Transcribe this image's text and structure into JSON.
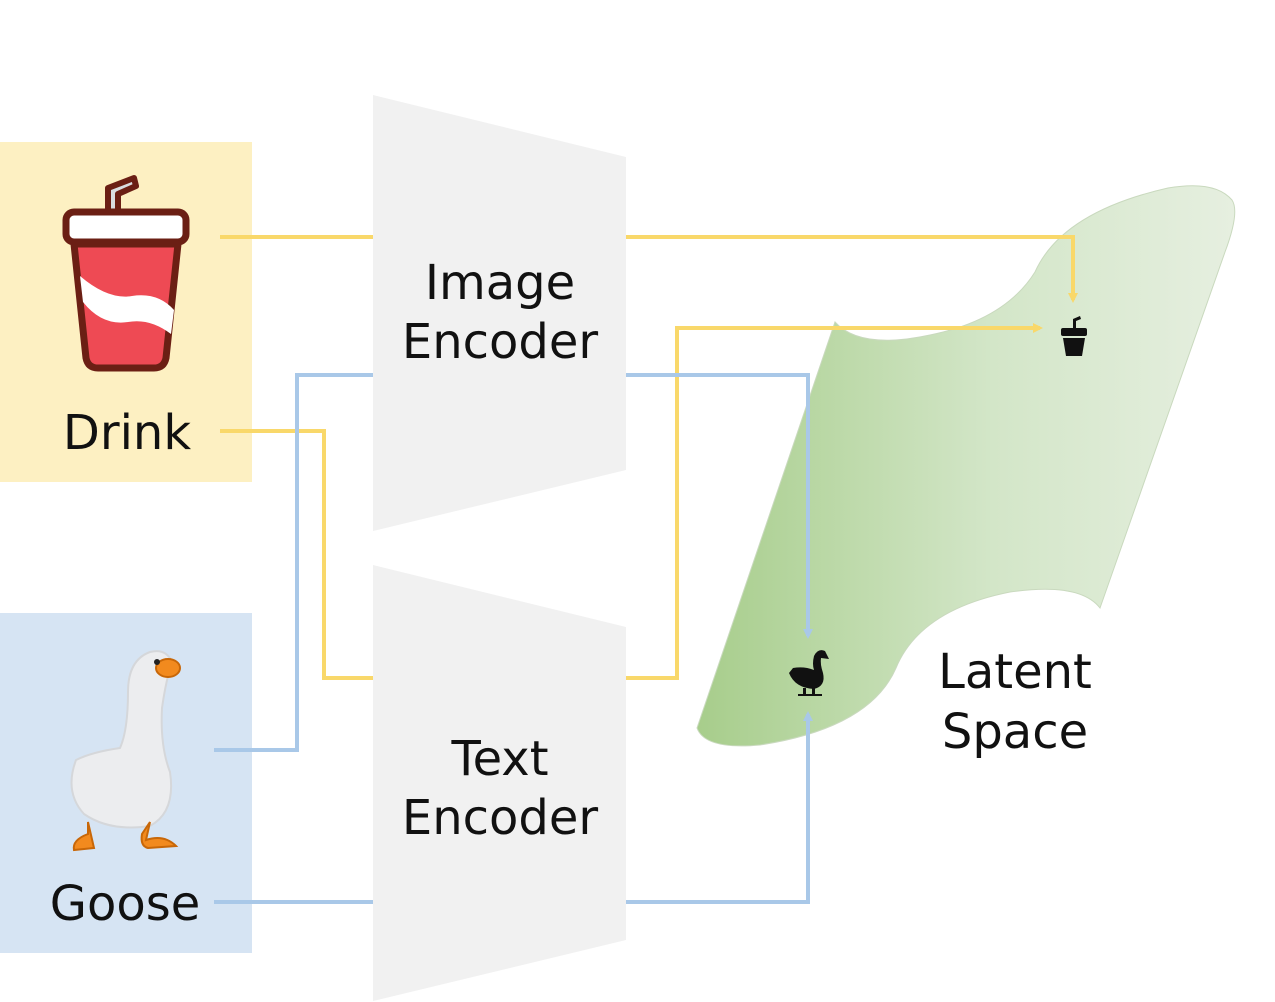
{
  "inputs": {
    "drink": {
      "label": "Drink",
      "icon": "drink-cup-icon",
      "bg": "#fdf0c2"
    },
    "goose": {
      "label": "Goose",
      "icon": "goose-icon",
      "bg": "#d6e4f3"
    }
  },
  "encoders": {
    "image": {
      "line1": "Image",
      "line2": "Encoder"
    },
    "text": {
      "line1": "Text",
      "line2": "Encoder"
    }
  },
  "latent": {
    "line1": "Latent",
    "line2": "Space"
  },
  "embedding_icons": [
    "drink-embedding-icon",
    "goose-embedding-icon"
  ],
  "colors": {
    "drink_arrow": "#f9d86a",
    "goose_arrow": "#a9c8e8",
    "encoder_fill": "#f1f1f1",
    "latent_fill_dark": "#a7cd8b",
    "latent_fill_light": "#e1ecda"
  }
}
